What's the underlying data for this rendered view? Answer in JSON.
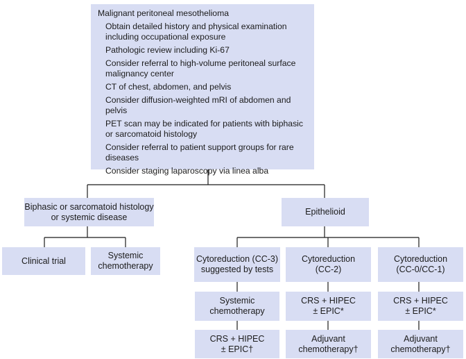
{
  "top": {
    "title": "Malignant peritoneal mesothelioma",
    "items": [
      "Obtain detailed history and physical examination including occupational exposure",
      "Pathologic review including Ki-67",
      "Consider referral to high-volume peritoneal surface malignancy center",
      "CT of chest, abdomen, and pelvis",
      "Consider diffusion-weighted mRI of abdomen and pelvis",
      "PET scan may be indicated for patients with biphasic or sarcomatoid histology",
      "Consider referral to patient support groups for rare diseases",
      "Consider staging laparoscopy via linea alba"
    ]
  },
  "left_branch": {
    "line1": "Biphasic or sarcomatoid histology",
    "line2": "or systemic disease",
    "children": [
      {
        "line1": "Clinical trial",
        "line2": ""
      },
      {
        "line1": "Systemic",
        "line2": "chemotherapy"
      }
    ]
  },
  "right_branch": {
    "label": "Epithelioid",
    "columns": [
      {
        "head": {
          "line1": "Cytoreduction (CC-3)",
          "line2": "suggested by tests"
        },
        "mid": {
          "line1": "Systemic",
          "line2": "chemotherapy"
        },
        "bottom": {
          "line1": "CRS + HIPEC",
          "line2": "± EPIC†"
        }
      },
      {
        "head": {
          "line1": "Cytoreduction",
          "line2": "(CC-2)"
        },
        "mid": {
          "line1": "CRS + HIPEC",
          "line2": "± EPIC*"
        },
        "bottom": {
          "line1": "Adjuvant",
          "line2": "chemotherapy†"
        }
      },
      {
        "head": {
          "line1": "Cytoreduction",
          "line2": "(CC-0/CC-1)"
        },
        "mid": {
          "line1": "CRS + HIPEC",
          "line2": "± EPIC*"
        },
        "bottom": {
          "line1": "Adjuvant",
          "line2": "chemotherapy†"
        }
      }
    ]
  },
  "colors": {
    "box_fill": "#d8ddf3",
    "line": "#1b1b1b"
  }
}
